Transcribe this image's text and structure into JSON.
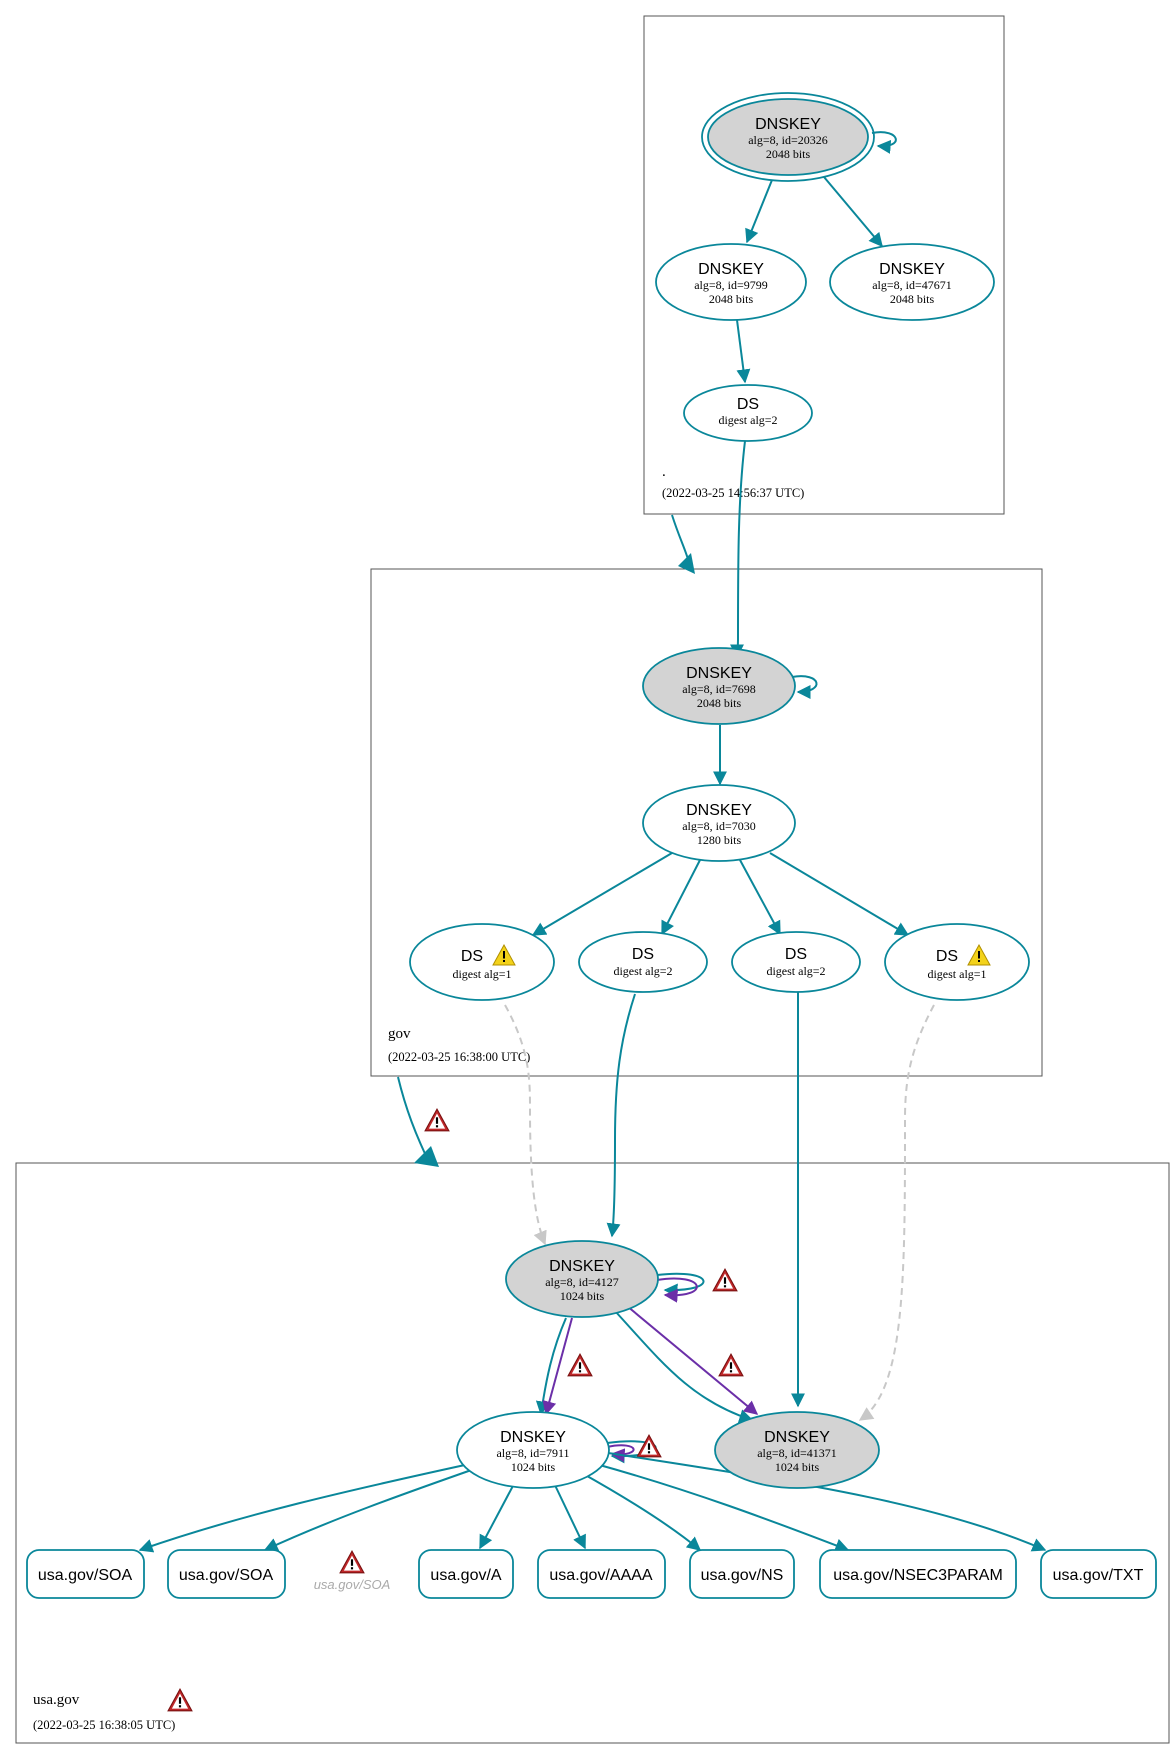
{
  "colors": {
    "edge": "#0a879a",
    "edge_purple": "#6b2fa8",
    "edge_dashed": "#c8c8c8",
    "node_fill_ksk": "#d3d3d3",
    "node_fill": "#ffffff",
    "warning_red": "#c0282a",
    "warning_yellow": "#f3d21a"
  },
  "zones": {
    "root": {
      "label": ".",
      "timestamp": "(2022-03-25 14:56:37 UTC)"
    },
    "gov": {
      "label": "gov",
      "timestamp": "(2022-03-25 16:38:00 UTC)"
    },
    "usagov": {
      "label": "usa.gov",
      "timestamp": "(2022-03-25 16:38:05 UTC)"
    }
  },
  "nodes": {
    "root_ksk": {
      "title": "DNSKEY",
      "line1": "alg=8, id=20326",
      "line2": "2048 bits"
    },
    "root_zsk1": {
      "title": "DNSKEY",
      "line1": "alg=8, id=9799",
      "line2": "2048 bits"
    },
    "root_zsk2": {
      "title": "DNSKEY",
      "line1": "alg=8, id=47671",
      "line2": "2048 bits"
    },
    "root_ds": {
      "title": "DS",
      "line1": "digest alg=2"
    },
    "gov_ksk": {
      "title": "DNSKEY",
      "line1": "alg=8, id=7698",
      "line2": "2048 bits"
    },
    "gov_zsk": {
      "title": "DNSKEY",
      "line1": "alg=8, id=7030",
      "line2": "1280 bits"
    },
    "gov_ds1": {
      "title": "DS",
      "line1": "digest alg=1"
    },
    "gov_ds2": {
      "title": "DS",
      "line1": "digest alg=2"
    },
    "gov_ds3": {
      "title": "DS",
      "line1": "digest alg=2"
    },
    "gov_ds4": {
      "title": "DS",
      "line1": "digest alg=1"
    },
    "usa_ksk1": {
      "title": "DNSKEY",
      "line1": "alg=8, id=4127",
      "line2": "1024 bits"
    },
    "usa_zsk": {
      "title": "DNSKEY",
      "line1": "alg=8, id=7911",
      "line2": "1024 bits"
    },
    "usa_ksk2": {
      "title": "DNSKEY",
      "line1": "alg=8, id=41371",
      "line2": "1024 bits"
    }
  },
  "rrsets": [
    "usa.gov/SOA",
    "usa.gov/SOA",
    "usa.gov/A",
    "usa.gov/AAAA",
    "usa.gov/NS",
    "usa.gov/NSEC3PARAM",
    "usa.gov/TXT"
  ],
  "ghost_rrset": "usa.gov/SOA"
}
